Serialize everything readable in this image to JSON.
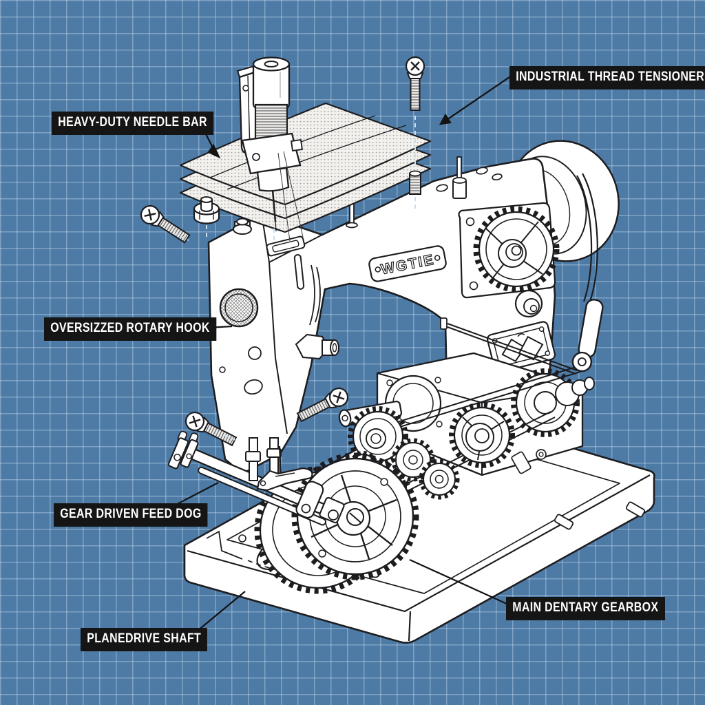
{
  "diagram": {
    "nameplate_text": "WGTIE",
    "labels": [
      {
        "id": "needle-bar",
        "text": "HEAVY-DUTY NEEDLE BAR"
      },
      {
        "id": "tensioner",
        "text": "INDUSTRIAL THREAD TENSIONER"
      },
      {
        "id": "rotary-hook",
        "text": "OVERSIZZED ROTARY HOOK"
      },
      {
        "id": "feed-dog",
        "text": "GEAR DRIVEN FEED DOG"
      },
      {
        "id": "drive-shaft",
        "text": "PLANEDRIVE SHAFT"
      },
      {
        "id": "gearbox",
        "text": "MAIN DENTARY GEARBOX"
      }
    ],
    "colors": {
      "background": "#4d7ba6",
      "grid_line": "#8fb4d3",
      "label_background": "#151515",
      "label_text": "#ffffff",
      "line_art_ink": "#1d1d20",
      "line_art_fill": "#ffffff"
    }
  }
}
